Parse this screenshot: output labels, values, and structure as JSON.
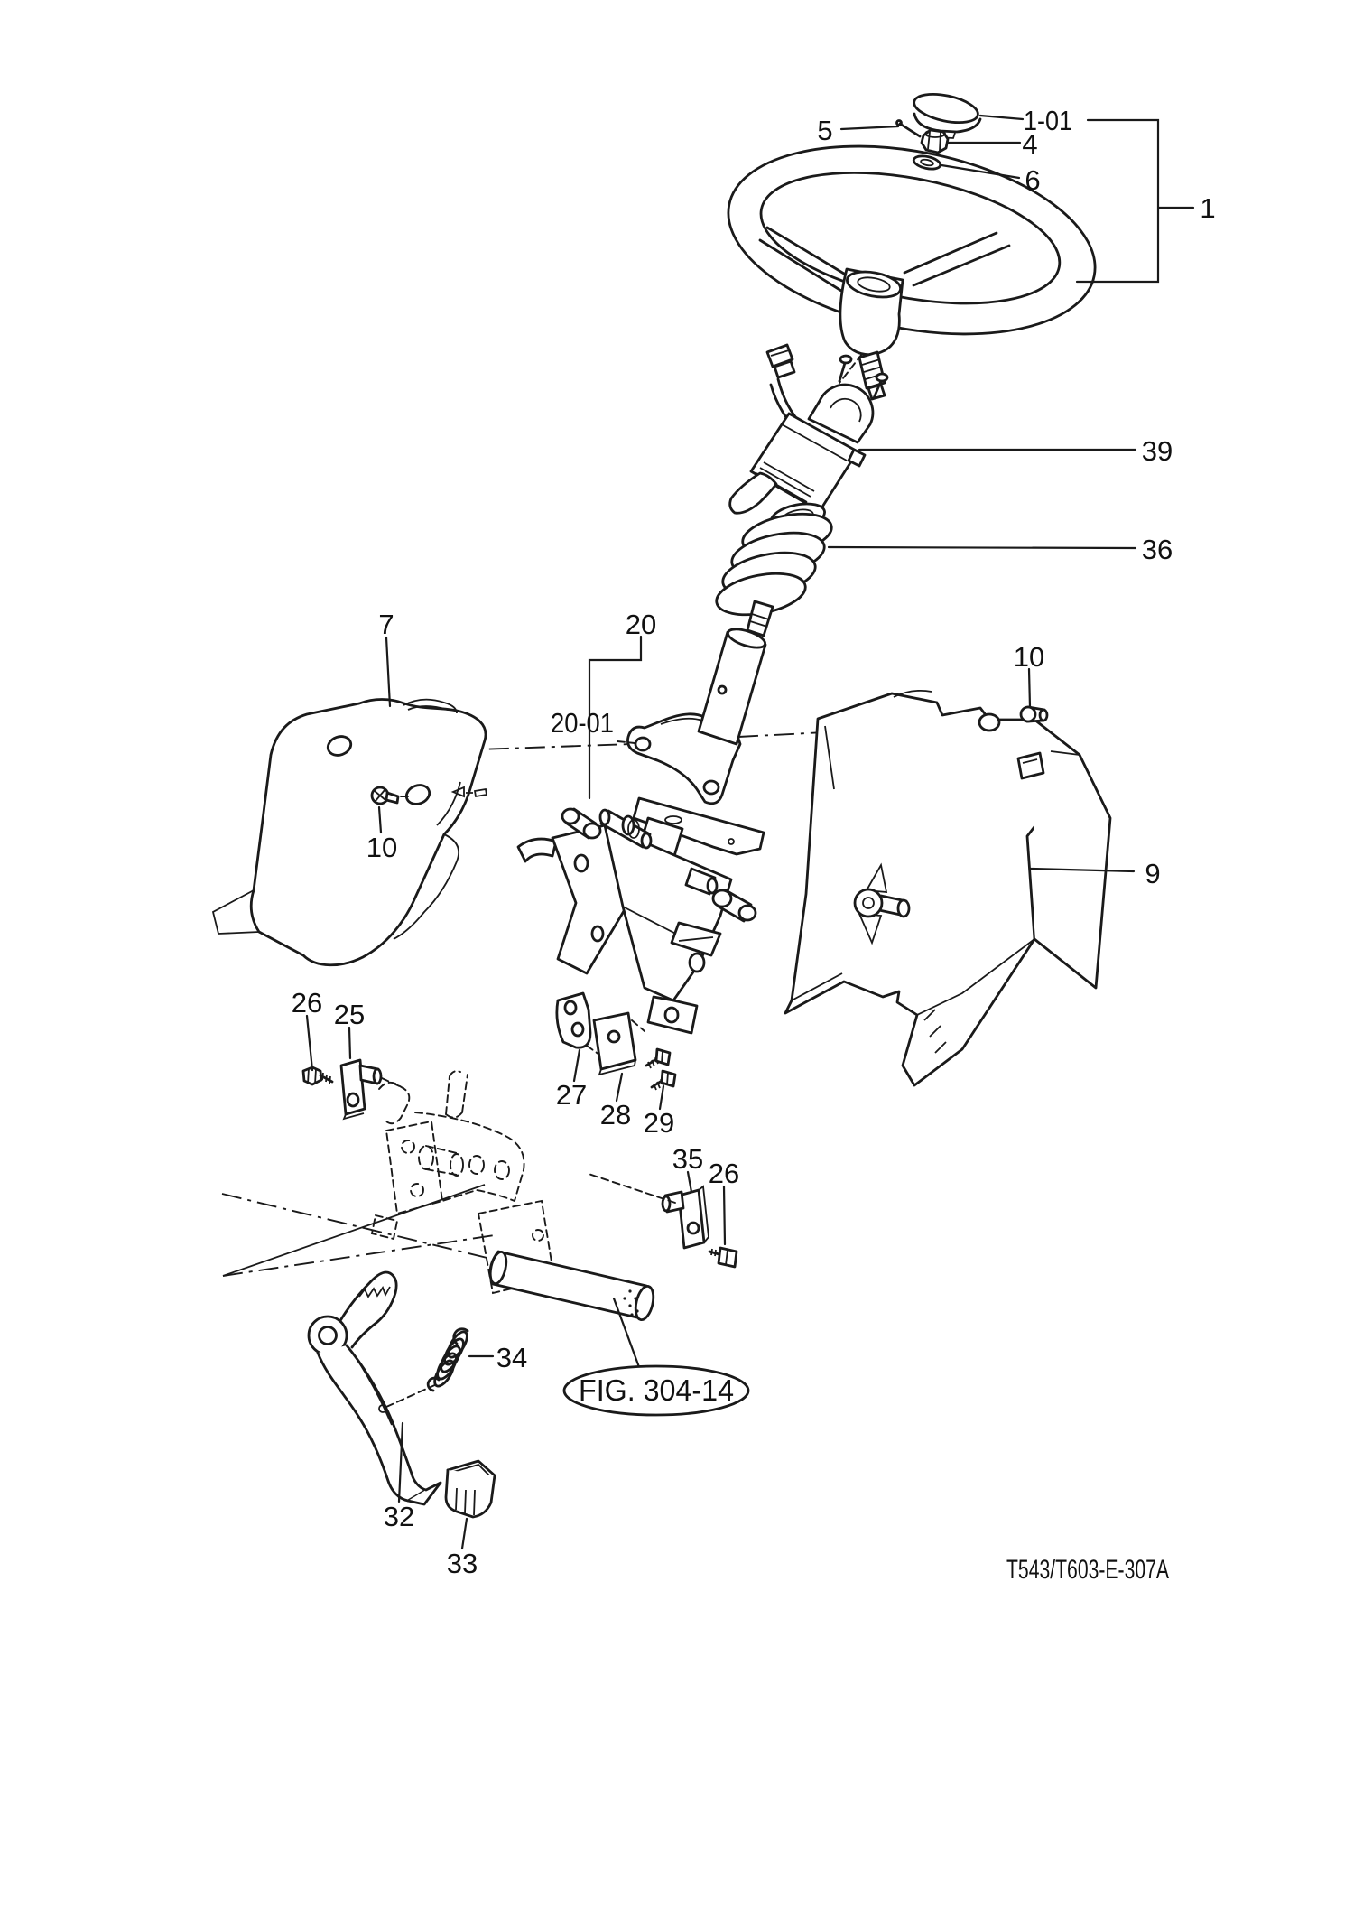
{
  "diagram": {
    "drawing_code": "T543/T603-E-307A",
    "figure_reference": "FIG. 304-14",
    "callouts": [
      "5",
      "1-01",
      "4",
      "6",
      "1",
      "39",
      "36",
      "7",
      "20",
      "10",
      "20-01",
      "10",
      "9",
      "26",
      "25",
      "27",
      "28",
      "29",
      "35",
      "26",
      "34",
      "32",
      "33"
    ]
  }
}
